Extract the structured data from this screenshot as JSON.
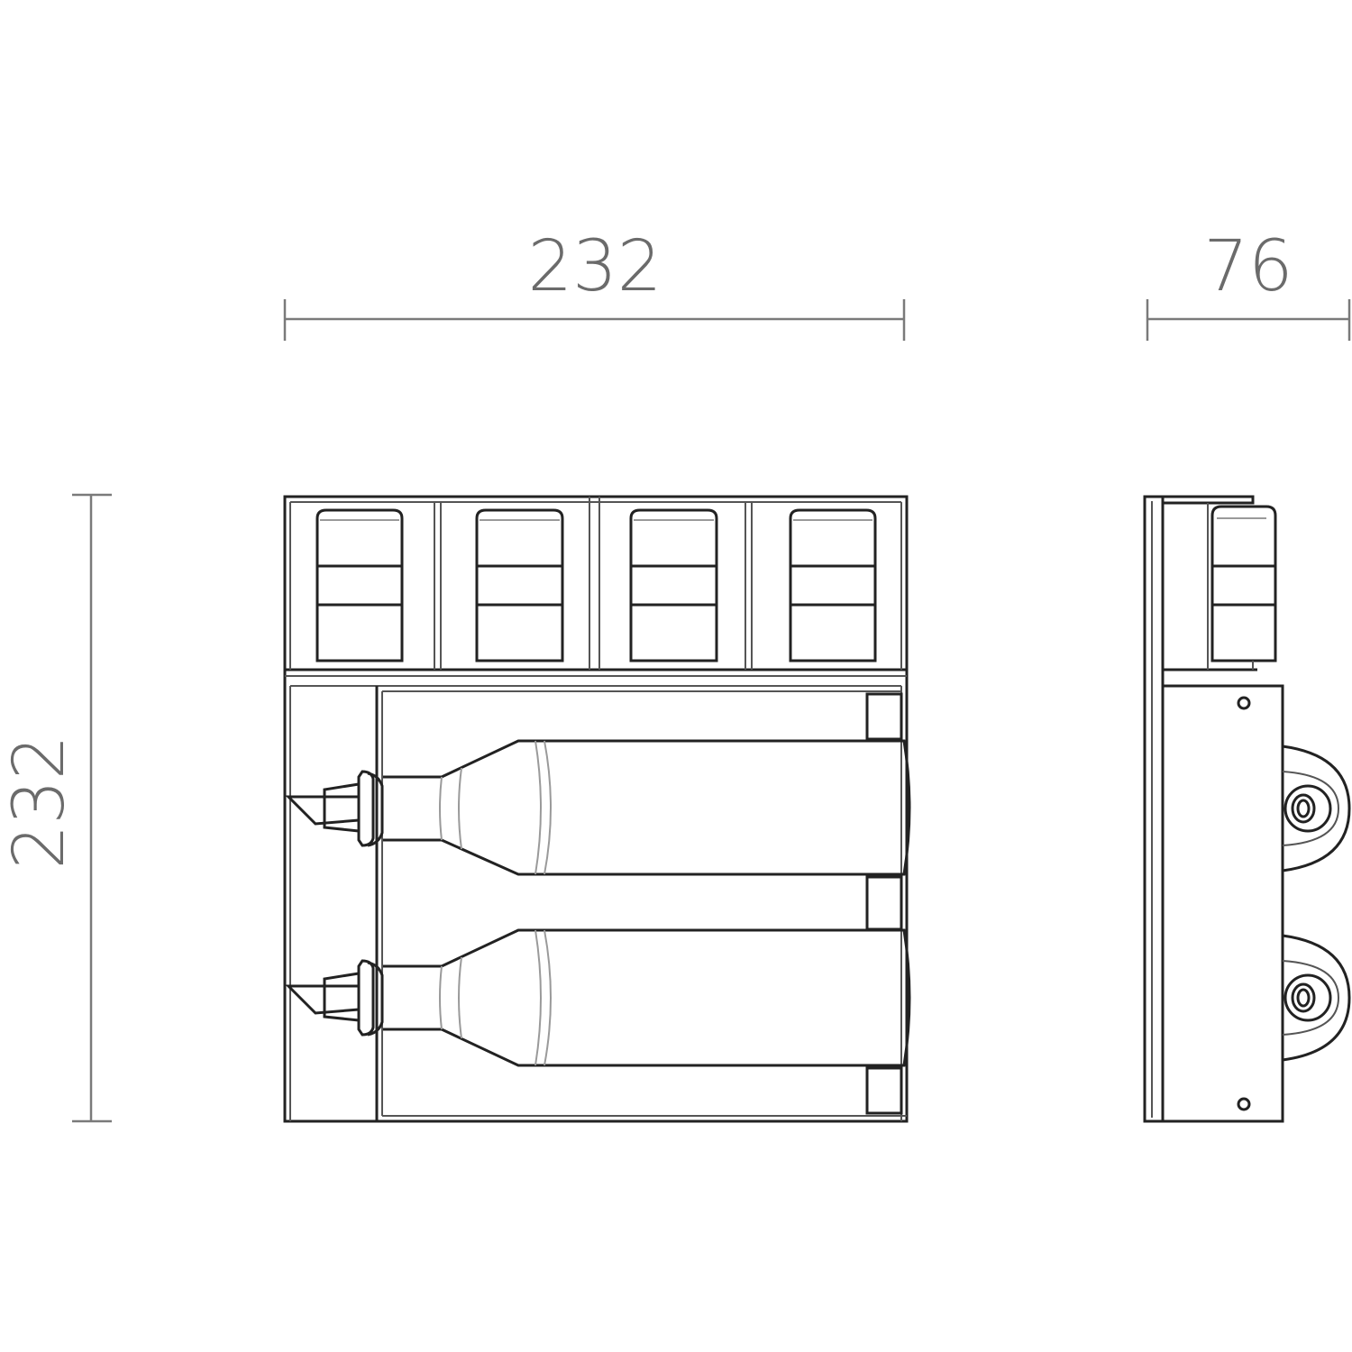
{
  "dimensions": {
    "front_width": "232",
    "side_depth": "76",
    "front_height": "232"
  }
}
